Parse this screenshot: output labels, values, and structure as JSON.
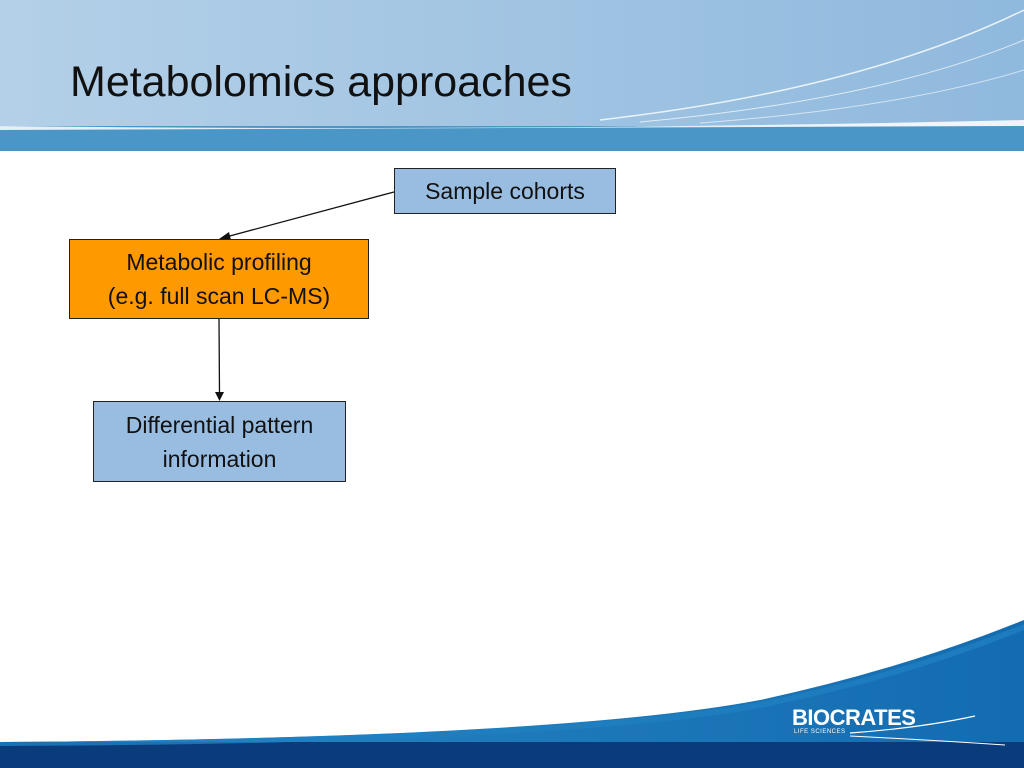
{
  "slide": {
    "title": "Metabolomics approaches"
  },
  "nodes": {
    "sample": {
      "label": "Sample cohorts"
    },
    "profiling": {
      "line1": "Metabolic profiling",
      "line2": "(e.g. full scan LC-MS)"
    },
    "differential": {
      "line1": "Differential pattern",
      "line2": "information"
    }
  },
  "logo": {
    "name": "BIOCRATES",
    "tagline": "LIFE SCIENCES"
  },
  "colors": {
    "header_light": "#a6c6e2",
    "header_dark": "#4a96c6",
    "box_blue": "#99bde0",
    "box_orange": "#ff9900",
    "footer_blue": "#1a75b8",
    "footer_navy": "#0a3b7a"
  }
}
